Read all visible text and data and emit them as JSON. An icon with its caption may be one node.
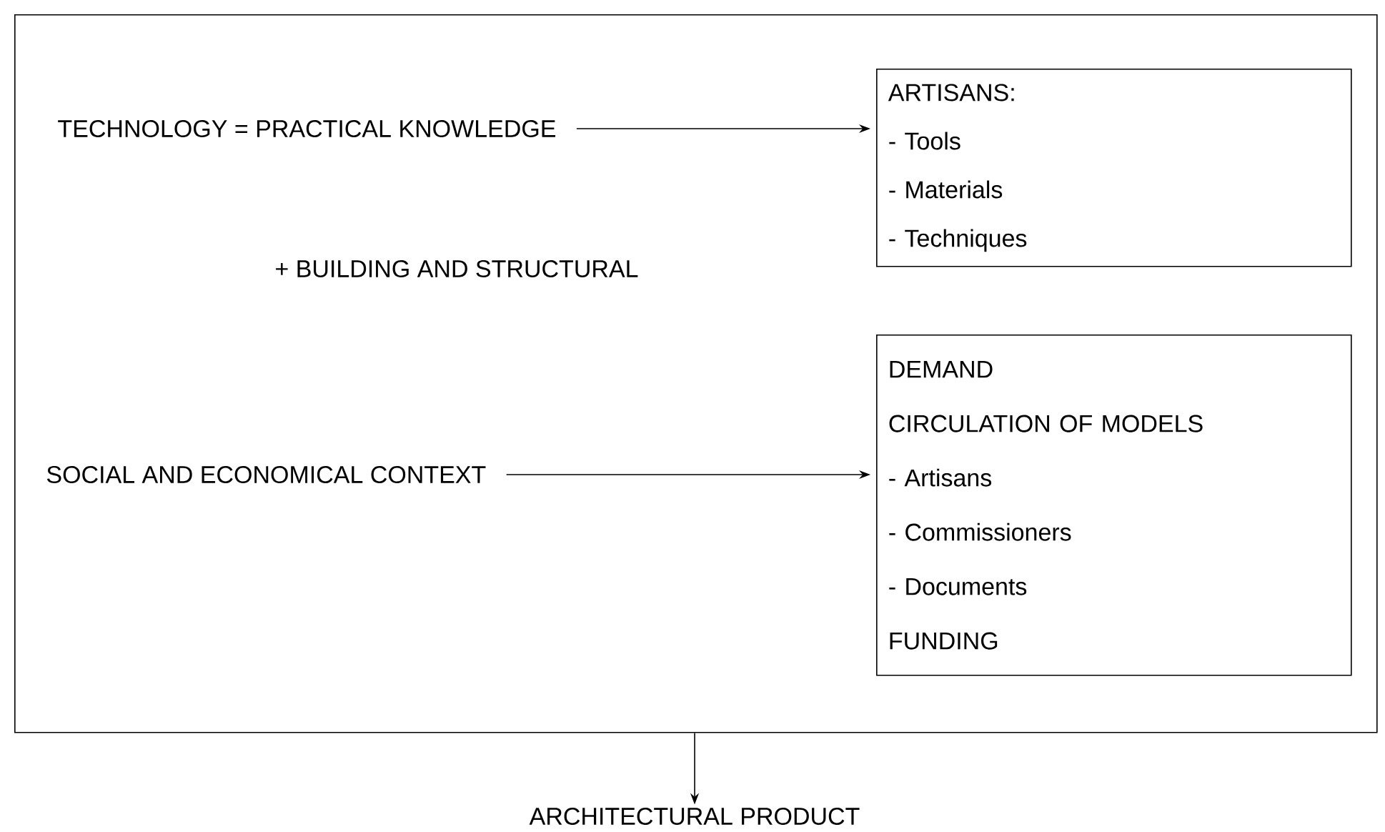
{
  "diagram": {
    "nodes": [
      {
        "text": [],
        "shape": "box"
      },
      {
        "text": [
          "TECHNOLOGY = PRACTICAL KNOWLEDGE"
        ],
        "in": 0
      },
      {
        "text": [
          "ARTISANS:",
          "- Tools",
          "- Materials",
          "- Techniques"
        ],
        "in": 0
      },
      {
        "text": [
          "SOCIAL AND ECONOMICAL CONTEXT"
        ],
        "in": 0
      },
      {
        "text": [
          "DEMAND",
          "CIRCULATION OF MODELS",
          "- Artisans",
          "- Commissioners",
          "- Documents",
          "FUNDING"
        ],
        "in": 0
      },
      {
        "text": [
          "ARCHITECTURAL PRODUCT"
        ]
      }
    ],
    "edges": [
      {
        "from": 1,
        "to": 2,
        "arrow": "to"
      },
      {
        "from": 3,
        "to": 4,
        "arrow": "to"
      },
      {
        "from": 0,
        "to": 5,
        "arrow": "to"
      }
    ],
    "labels": [
      "+ BUILDING AND STRUCTURAL"
    ]
  }
}
